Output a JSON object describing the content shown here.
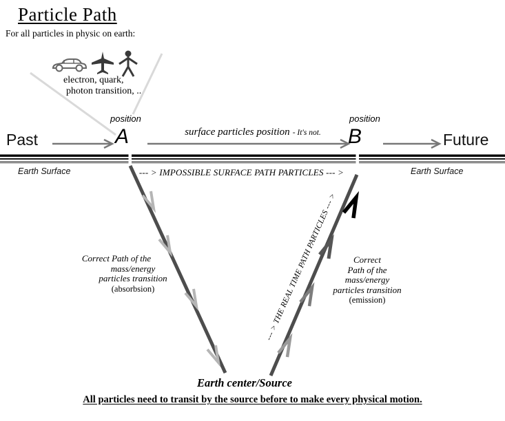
{
  "title": "Particle Path",
  "intro": "For all particles in physic on earth:",
  "icons": {
    "car": "car-icon",
    "plane": "airplane-icon",
    "person": "person-icon"
  },
  "icons_caption": [
    "electron, quark,",
    "photon transition, .."
  ],
  "timeline": {
    "past": "Past",
    "future": "Future",
    "position_label": "position",
    "point_a": "A",
    "point_b": "B",
    "surface_arrow_label": "surface particles position",
    "surface_arrow_note": "- It's not.",
    "earth_surface": "Earth Surface",
    "impossible_path_label": "--- > IMPOSSIBLE SURFACE PATH PARTICLES --- >"
  },
  "left_path": {
    "lines": [
      "Correct Path of the",
      "mass/energy",
      "particles transition"
    ],
    "mode": "(absorbsion)"
  },
  "right_path": {
    "lines": [
      "Correct",
      "Path of the",
      "mass/energy",
      "particles transition"
    ],
    "mode": "(emission)"
  },
  "real_time_label": "--- > THE REAL TIME PATH PARTICLES --- >",
  "footer": {
    "center_label": "Earth center/Source",
    "note": "All particles need to transit by the source before to make every physical motion."
  },
  "colors": {
    "path_dark": "#4d4d4d",
    "arrow_gray": "#787878",
    "chevron_light": "#b5b5b5",
    "chevron_mid": "#7d7d7d",
    "chevron_dark": "#565656",
    "chevron_black": "#000000",
    "surface_black": "#0d0d0d",
    "surface_gray": "#8c8c8c",
    "callout_light": "#d9d9d9",
    "text": "#000000"
  }
}
